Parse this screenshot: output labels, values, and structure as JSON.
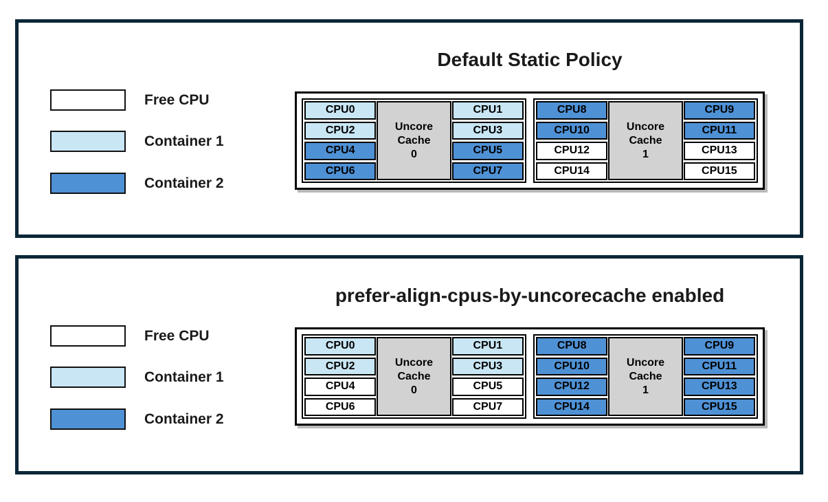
{
  "colors": {
    "free": "#ffffff",
    "container1": "#c9e6f4",
    "container2": "#4f91d5",
    "cache": "#d2d2d2",
    "panel_border": "#0b2737"
  },
  "legend": {
    "items": [
      {
        "label": "Free CPU",
        "state": "free"
      },
      {
        "label": "Container 1",
        "state": "container1"
      },
      {
        "label": "Container 2",
        "state": "container2"
      }
    ]
  },
  "panels": [
    {
      "title": "Default Static Policy",
      "groups": [
        {
          "cache_label": "Uncore\nCache\n0",
          "left_cpus": [
            {
              "label": "CPU0",
              "state": "container1"
            },
            {
              "label": "CPU2",
              "state": "container1"
            },
            {
              "label": "CPU4",
              "state": "container2"
            },
            {
              "label": "CPU6",
              "state": "container2"
            }
          ],
          "right_cpus": [
            {
              "label": "CPU1",
              "state": "container1"
            },
            {
              "label": "CPU3",
              "state": "container1"
            },
            {
              "label": "CPU5",
              "state": "container2"
            },
            {
              "label": "CPU7",
              "state": "container2"
            }
          ]
        },
        {
          "cache_label": "Uncore\nCache\n1",
          "left_cpus": [
            {
              "label": "CPU8",
              "state": "container2"
            },
            {
              "label": "CPU10",
              "state": "container2"
            },
            {
              "label": "CPU12",
              "state": "free"
            },
            {
              "label": "CPU14",
              "state": "free"
            }
          ],
          "right_cpus": [
            {
              "label": "CPU9",
              "state": "container2"
            },
            {
              "label": "CPU11",
              "state": "container2"
            },
            {
              "label": "CPU13",
              "state": "free"
            },
            {
              "label": "CPU15",
              "state": "free"
            }
          ]
        }
      ]
    },
    {
      "title": "prefer-align-cpus-by-uncorecache enabled",
      "groups": [
        {
          "cache_label": "Uncore\nCache\n0",
          "left_cpus": [
            {
              "label": "CPU0",
              "state": "container1"
            },
            {
              "label": "CPU2",
              "state": "container1"
            },
            {
              "label": "CPU4",
              "state": "free"
            },
            {
              "label": "CPU6",
              "state": "free"
            }
          ],
          "right_cpus": [
            {
              "label": "CPU1",
              "state": "container1"
            },
            {
              "label": "CPU3",
              "state": "container1"
            },
            {
              "label": "CPU5",
              "state": "free"
            },
            {
              "label": "CPU7",
              "state": "free"
            }
          ]
        },
        {
          "cache_label": "Uncore\nCache\n1",
          "left_cpus": [
            {
              "label": "CPU8",
              "state": "container2"
            },
            {
              "label": "CPU10",
              "state": "container2"
            },
            {
              "label": "CPU12",
              "state": "container2"
            },
            {
              "label": "CPU14",
              "state": "container2"
            }
          ],
          "right_cpus": [
            {
              "label": "CPU9",
              "state": "container2"
            },
            {
              "label": "CPU11",
              "state": "container2"
            },
            {
              "label": "CPU13",
              "state": "container2"
            },
            {
              "label": "CPU15",
              "state": "container2"
            }
          ]
        }
      ]
    }
  ]
}
